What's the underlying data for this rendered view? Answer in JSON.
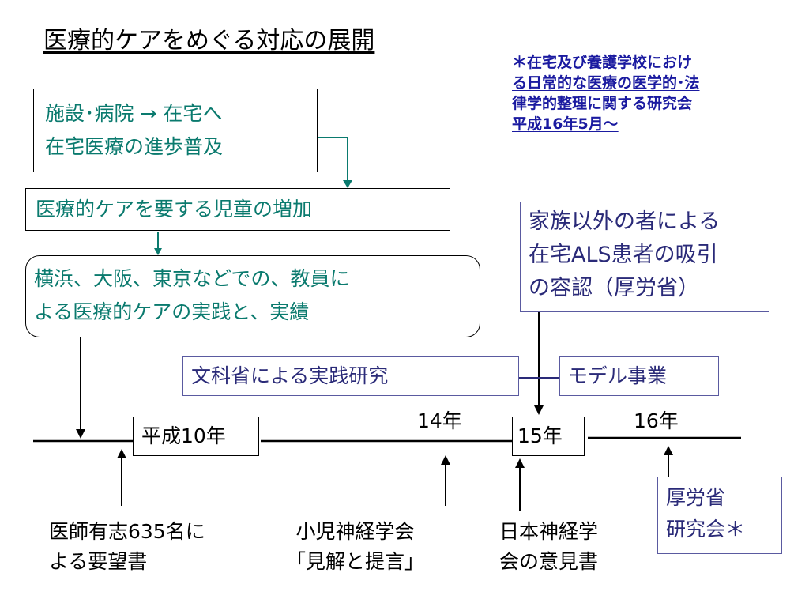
{
  "title": "医療的ケアをめぐる対応の展開",
  "note": {
    "lines": [
      "＊在宅及び養護学校におけ",
      "る日常的な医療の医学的･法",
      "律学的整理に関する研究会",
      "平成16年5月～"
    ]
  },
  "boxes": {
    "shift_line1": "施設･病院 → 在宅へ",
    "shift_line2": "在宅医療の進歩普及",
    "increase": "医療的ケアを要する児童の増加",
    "practice_line1": "横浜、大阪、東京などでの、教員に",
    "practice_line2": "よる医療的ケアの実践と、実績",
    "als_line1": "家族以外の者による",
    "als_line2": "在宅ALS患者の吸引",
    "als_line3": "の容認（厚労省）",
    "mext": "文科省による実践研究",
    "model": "モデル事業",
    "h10": "平成10年",
    "h15": "15年",
    "mhlw_line1": "厚労省",
    "mhlw_line2": "研究会＊"
  },
  "timeline": {
    "y14": "14年",
    "y16": "16年"
  },
  "bottom": {
    "doctors_line1": "医師有志635名に",
    "doctors_line2": "よる要望書",
    "pediatric_line1": "小児神経学会",
    "pediatric_line2": "「見解と提言」",
    "neuro_line1": "日本神経学",
    "neuro_line2": "会の意見書"
  },
  "colors": {
    "teal": "#0a7a6e",
    "navy": "#2a2a78",
    "note_blue": "#1a1aa0"
  }
}
